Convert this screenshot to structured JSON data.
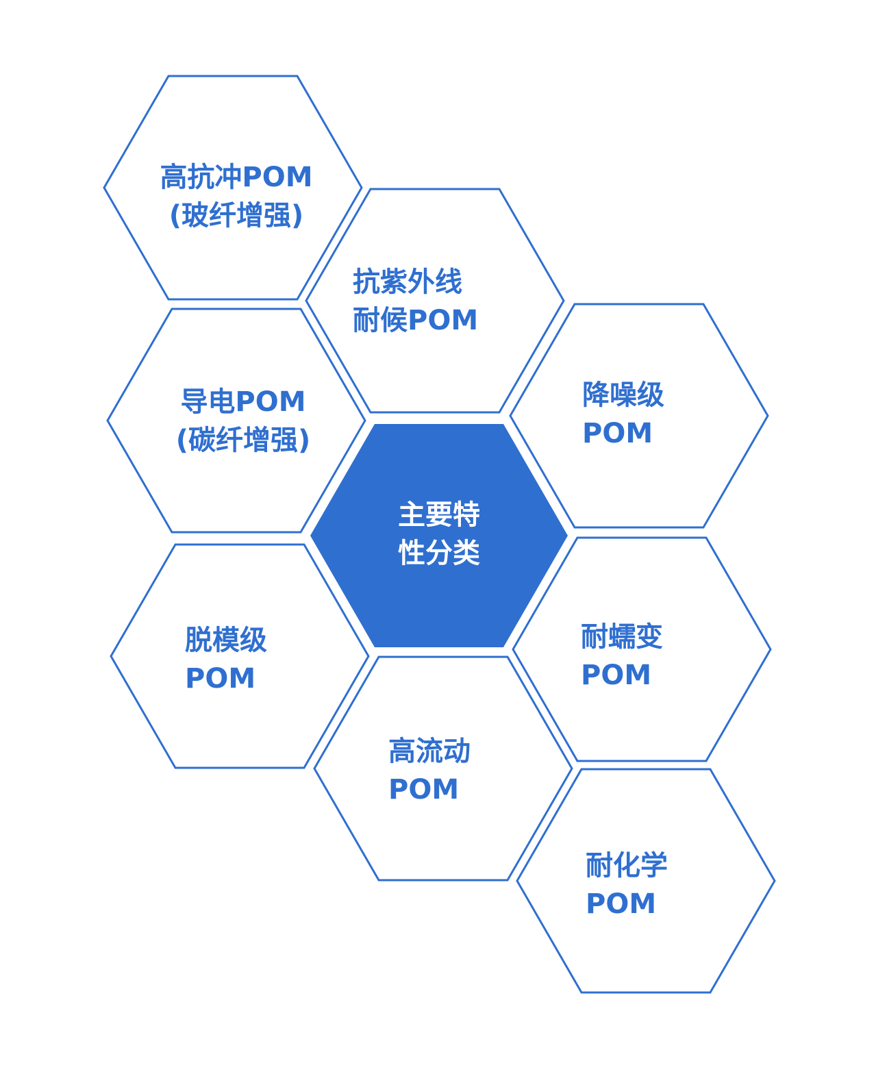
{
  "colors": {
    "accent": "#2f6fd0",
    "center_text": "#ffffff",
    "background": "#ffffff"
  },
  "center": {
    "lines": [
      "主要特",
      "性分类"
    ]
  },
  "categories": [
    {
      "id": "high-impact",
      "lines": [
        "高抗冲POM",
        "(玻纤增强)"
      ]
    },
    {
      "id": "uv-weather",
      "lines": [
        "抗紫外线",
        "耐候POM"
      ]
    },
    {
      "id": "noise-reduction",
      "lines": [
        "降噪级",
        "POM"
      ]
    },
    {
      "id": "conductive",
      "lines": [
        "导电POM",
        "(碳纤增强)"
      ]
    },
    {
      "id": "mold-release",
      "lines": [
        "脱模级",
        "POM"
      ]
    },
    {
      "id": "creep-resistant",
      "lines": [
        "耐蠕变",
        "POM"
      ]
    },
    {
      "id": "high-flow",
      "lines": [
        "高流动",
        "POM"
      ]
    },
    {
      "id": "chemical-resistant",
      "lines": [
        "耐化学",
        "POM"
      ]
    }
  ]
}
